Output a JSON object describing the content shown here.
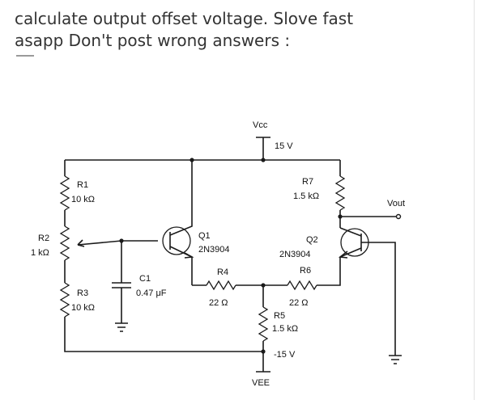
{
  "question": {
    "line1": "calculate output offset voltage. Slove fast",
    "line2": "asapp Don't post wrong answers :"
  },
  "circuit": {
    "vcc": {
      "label": "Vcc",
      "value": "15 V"
    },
    "vee": {
      "label": "VEE",
      "value": "-15 V"
    },
    "r1": {
      "name": "R1",
      "value": "10 kΩ"
    },
    "r2": {
      "name": "R2",
      "value": "1 kΩ"
    },
    "r3": {
      "name": "R3",
      "value": "10 kΩ"
    },
    "r4": {
      "name": "R4",
      "value": "22 Ω"
    },
    "r5": {
      "name": "R5",
      "value": "1.5 kΩ"
    },
    "r6": {
      "name": "R6",
      "value": "22 Ω"
    },
    "r7": {
      "name": "R7",
      "value": "1.5 kΩ"
    },
    "c1": {
      "name": "C1",
      "value": "0.47 μF"
    },
    "q1": {
      "name": "Q1",
      "part": "2N3904"
    },
    "q2": {
      "name": "Q2",
      "part": "2N3904"
    },
    "vout": {
      "label": "Vout"
    }
  }
}
